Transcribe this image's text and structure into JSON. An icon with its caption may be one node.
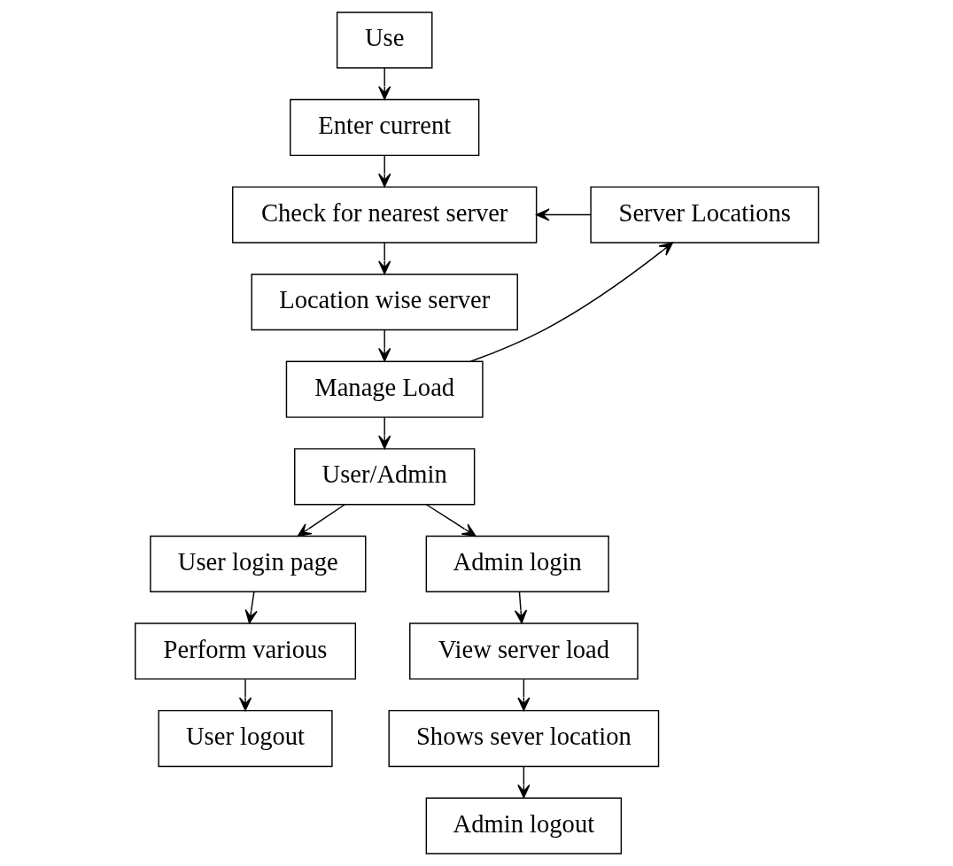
{
  "diagram": {
    "nodes": [
      {
        "text": [
          "Use"
        ]
      },
      {
        "text": [
          "Enter current"
        ]
      },
      {
        "text": [
          "Check for nearest server"
        ]
      },
      {
        "text": [
          "Server Locations"
        ]
      },
      {
        "text": [
          "Location wise server"
        ]
      },
      {
        "text": [
          "Manage Load"
        ]
      },
      {
        "text": [
          "User/Admin"
        ]
      },
      {
        "text": [
          "User login page"
        ]
      },
      {
        "text": [
          "Admin login"
        ]
      },
      {
        "text": [
          "Perform various"
        ]
      },
      {
        "text": [
          "View server load"
        ]
      },
      {
        "text": [
          "User logout"
        ]
      },
      {
        "text": [
          "Shows sever location"
        ]
      },
      {
        "text": [
          "Admin logout"
        ]
      }
    ],
    "edges": [
      {
        "from": 0,
        "to": 1,
        "arrow": "to"
      },
      {
        "from": 1,
        "to": 2,
        "arrow": "to"
      },
      {
        "from": 2,
        "to": 4,
        "arrow": "to"
      },
      {
        "from": 4,
        "to": 5,
        "arrow": "to"
      },
      {
        "from": 5,
        "to": 3,
        "arrow": "to"
      },
      {
        "from": 3,
        "to": 2,
        "arrow": "to"
      },
      {
        "from": 5,
        "to": 6,
        "arrow": "to"
      },
      {
        "from": 6,
        "to": 7,
        "arrow": "to"
      },
      {
        "from": 6,
        "to": 8,
        "arrow": "to"
      },
      {
        "from": 7,
        "to": 9,
        "arrow": "to"
      },
      {
        "from": 9,
        "to": 11,
        "arrow": "to"
      },
      {
        "from": 8,
        "to": 10,
        "arrow": "to"
      },
      {
        "from": 10,
        "to": 12,
        "arrow": "to"
      },
      {
        "from": 12,
        "to": 13,
        "arrow": "to"
      }
    ]
  }
}
